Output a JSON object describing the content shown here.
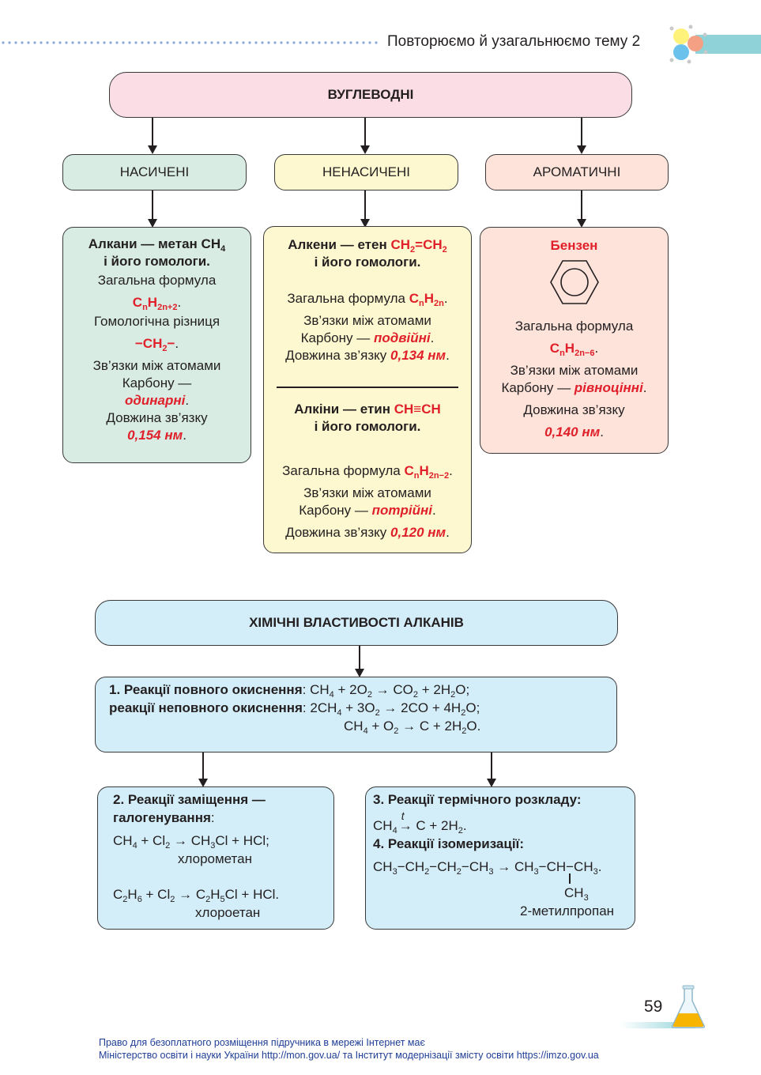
{
  "header": {
    "title": "Повторюємо й узагальнюємо тему 2"
  },
  "tree": {
    "root": "ВУГЛЕВОДНІ",
    "branches": [
      "НАСИЧЕНІ",
      "НЕНАСИЧЕНІ",
      "АРОМАТИЧНІ"
    ]
  },
  "saturated": {
    "title_a": "Алкани — метан CH",
    "title_sub": "4",
    "title_b": "і його гомологи.",
    "formula_label": "Загальна формула",
    "formula_c": "C",
    "formula_n": "n",
    "formula_h": "H",
    "formula_sub": "2n+2",
    "formula_end": ".",
    "diff_label": "Гомологічна різниця",
    "diff_a": "−CH",
    "diff_sub": "2",
    "diff_b": "−",
    "diff_end": ".",
    "bond_a": "Зв’язки між атомами",
    "bond_b": "Карбону —",
    "bond_type": "одинарні",
    "dot": ".",
    "length_label": "Довжина зв’язку",
    "length_value": "0,154 нм"
  },
  "unsaturated": {
    "alkene_a": "Алкени — етен ",
    "alkene_f": "CH",
    "alkene_s1": "2",
    "alkene_m": "=CH",
    "alkene_s2": "2",
    "alkene_b": "і його гомологи.",
    "alkene_formula_label": "Загальна формула ",
    "alkene_formula_c": "C",
    "alkene_formula_n": "n",
    "alkene_formula_h": "H",
    "alkene_formula_sub": "2n",
    "alkene_bond_a": "Зв’язки між атомами",
    "alkene_bond_b": "Карбону — ",
    "alkene_bond_type": "подвійні",
    "alkene_length_label": "Довжина зв’язку ",
    "alkene_length_value": "0,134 нм",
    "alkyne_a": "Алкіни — етин ",
    "alkyne_f": "CH≡CH",
    "alkyne_b": "і його гомологи.",
    "alkyne_formula_label": "Загальна формула ",
    "alkyne_formula_c": "C",
    "alkyne_formula_n": "n",
    "alkyne_formula_h": "H",
    "alkyne_formula_sub": "2n−2",
    "alkyne_bond_a": "Зв’язки між атомами",
    "alkyne_bond_b": "Карбону — ",
    "alkyne_bond_type": "потрійні",
    "alkyne_length_label": "Довжина зв’язку ",
    "alkyne_length_value": "0,120 нм",
    "dot": "."
  },
  "aromatic": {
    "title": "Бензен",
    "formula_label": "Загальна формула",
    "formula_c": "C",
    "formula_n": "n",
    "formula_h": "H",
    "formula_sub": "2n−6",
    "bond_a": "Зв’язки між атомами",
    "bond_b": "Карбону — ",
    "bond_type": "рівноцінні",
    "length_label": "Довжина зв’язку",
    "length_value": "0,140 нм",
    "dot": "."
  },
  "properties": {
    "title": "ХІМІЧНІ ВЛАСТИВОСТІ АЛКАНІВ",
    "oxidation": {
      "full_label": "1. Реакції повного окиснення",
      "partial_label": "реакції неповного окиснення",
      "colon": ":",
      "eq1": [
        "CH",
        "4",
        " + 2O",
        "2",
        " → CO",
        "2",
        " + 2H",
        "2",
        "O;"
      ],
      "eq2": [
        "2CH",
        "4",
        " + 3O",
        "2",
        " → 2CO + 4H",
        "2",
        "O;"
      ],
      "eq3": [
        "CH",
        "4",
        " + O",
        "2",
        " → C + 2H",
        "2",
        "O."
      ]
    },
    "substitution": {
      "title_a": "2. Реакції заміщення —",
      "title_b": "галогенування",
      "colon": ":",
      "eq1": [
        "CH",
        "4",
        " + Cl",
        "2",
        " → CH",
        "3",
        "Cl + HCl;"
      ],
      "name1": "хлорометан",
      "eq2": [
        "C",
        "2",
        "H",
        "6",
        " + Cl",
        "2",
        " → C",
        "2",
        "H",
        "5",
        "Cl + HCl."
      ],
      "name2": "хлороетан"
    },
    "thermal": {
      "title": "3. Реакції термічного розкладу:",
      "eq_a": "CH",
      "eq_sub": "4",
      "eq_t": "t",
      "eq_b": " C + 2H",
      "eq_sub2": "2",
      "eq_end": ".",
      "iso_title": "4. Реакції ізомеризації:",
      "iso_eq": [
        "CH",
        "3",
        "−CH",
        "2",
        "−CH",
        "2",
        "−CH",
        "3",
        " → CH",
        "3",
        "−CH−CH",
        "3",
        "."
      ],
      "branch": [
        "CH",
        "3"
      ],
      "iso_name": "2-метилпропан"
    }
  },
  "footer": {
    "page_number": "59",
    "line1": "Право для безоплатного розміщення підручника в мережі Інтернет має",
    "line2": "Міністерство освіти і науки України http://mon.gov.ua/ та Інститут модернізації змісту освіти https://imzo.gov.ua"
  },
  "colors": {
    "pink": "#fbdde6",
    "green": "#d8ece4",
    "yellow": "#fdf8cf",
    "salmon": "#fde3da",
    "blue": "#d3eef9",
    "red": "#e0202a",
    "teal": "#8fd3d8",
    "footer": "#1f3f95"
  }
}
